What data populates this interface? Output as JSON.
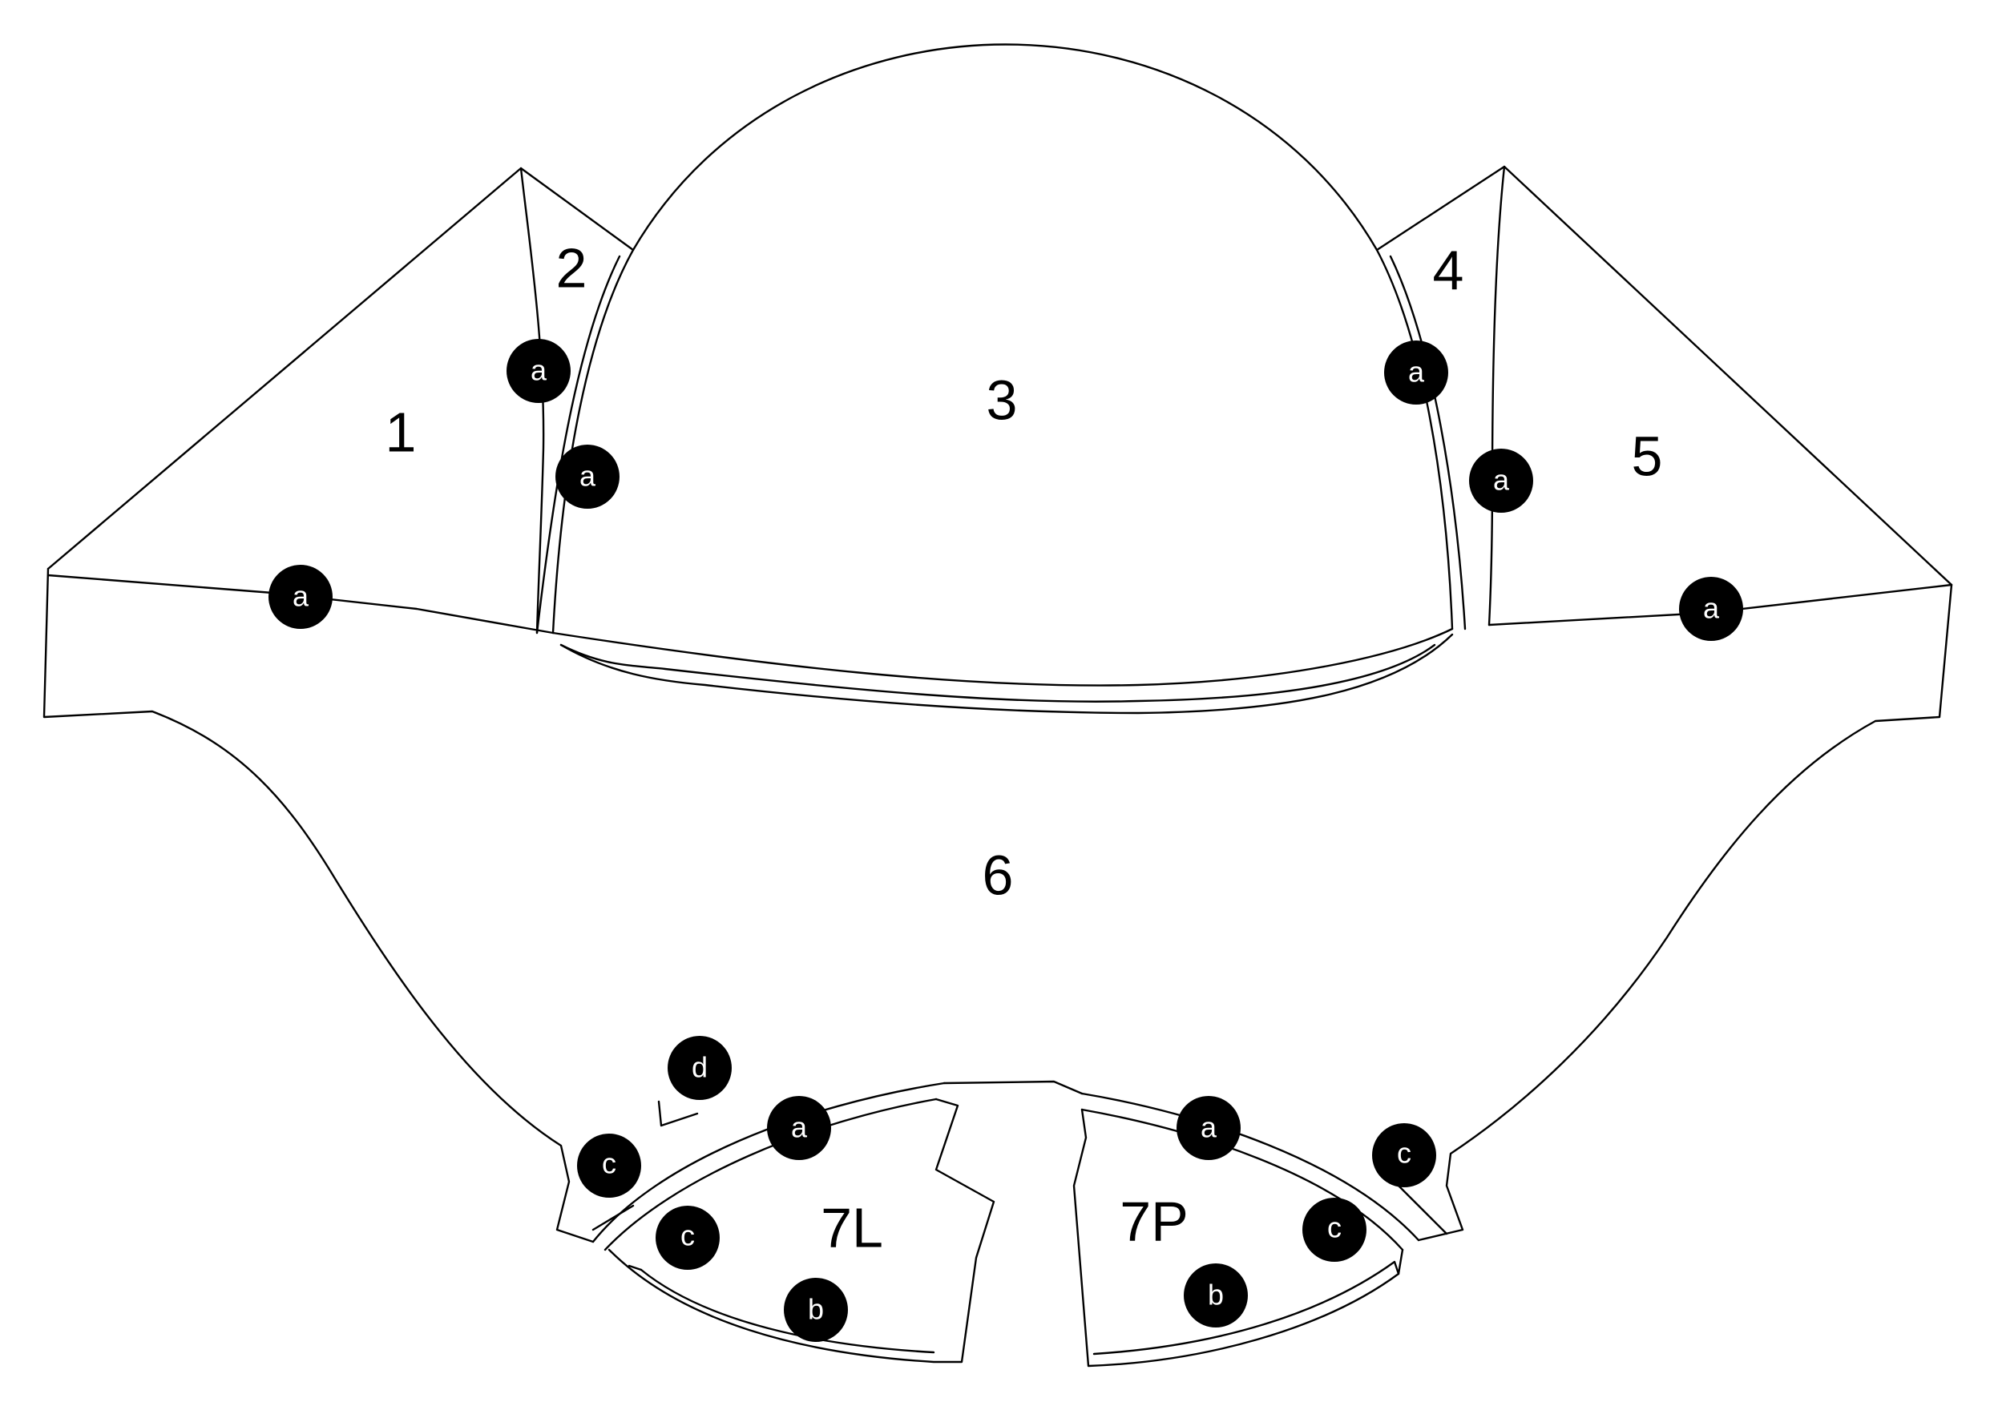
{
  "colors": {
    "line": "#000000",
    "marker_fill": "#000000",
    "marker_text": "#ffffff",
    "background": "#ffffff"
  },
  "regions": {
    "r1": "1",
    "r2": "2",
    "r3": "3",
    "r4": "4",
    "r5": "5",
    "r6": "6",
    "r7l": "7L",
    "r7p": "7P"
  },
  "markers": {
    "a_left_upper": "a",
    "a_left_inner": "a",
    "a_left_low": "a",
    "a_right_upper": "a",
    "a_right_inner": "a",
    "a_right_low": "a",
    "a_7l": "a",
    "a_7p": "a",
    "b_7l": "b",
    "b_7p": "b",
    "c_left_outer": "c",
    "c_7l": "c",
    "c_right_outer": "c",
    "c_7p": "c",
    "d_top": "d"
  }
}
